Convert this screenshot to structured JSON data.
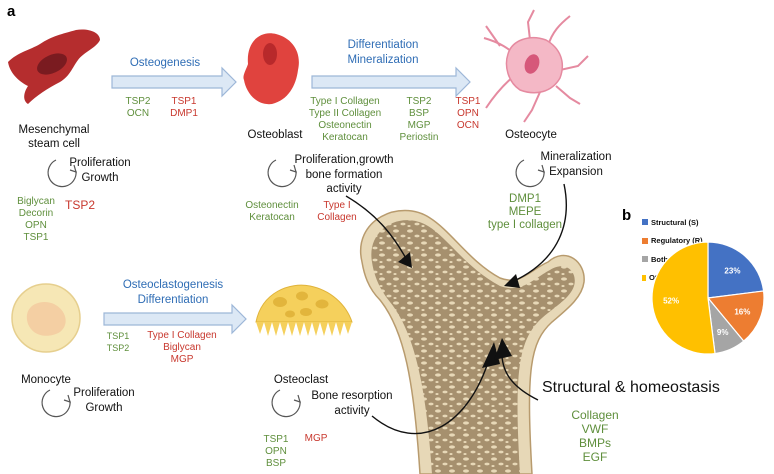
{
  "panel_a": "a",
  "panel_b": "b",
  "cells": {
    "msc_line1": "Mesenchymal",
    "msc_line2": "steam cell",
    "osteoblast": "Osteoblast",
    "osteocyte": "Osteocyte",
    "monocyte": "Monocyte",
    "osteoclast": "Osteoclast"
  },
  "transitions": {
    "osteogenesis": "Osteogenesis",
    "diff_min_1": "Differentiation",
    "diff_min_2": "Mineralization",
    "osteoclastogenesis_1": "Osteoclastogenesis",
    "osteoclastogenesis_2": "Differentiation"
  },
  "proteins": {
    "osteogenesis_green": [
      "TSP2",
      "OCN"
    ],
    "osteogenesis_red": [
      "TSP1",
      "DMP1"
    ],
    "diffmin_green_a": [
      "Type I Collagen",
      "Type II Collagen",
      "Osteonectin",
      "Keratocan"
    ],
    "diffmin_green_b": [
      "TSP2",
      "BSP",
      "MGP",
      "Periostin"
    ],
    "diffmin_red": [
      "TSP1",
      "OPN",
      "OCN"
    ],
    "msc_green": [
      "Biglycan",
      "Decorin",
      "OPN",
      "TSP1"
    ],
    "msc_red": [
      "TSP2"
    ],
    "osteoblast_green": [
      "Osteonectin",
      "Keratocan"
    ],
    "osteoblast_red": [
      "Type I",
      "Collagen"
    ],
    "osteocyte_green": [
      "DMP1",
      "MEPE",
      "type I collagen"
    ],
    "osteoclastogenesis_green": [
      "TSP1",
      "TSP2"
    ],
    "osteoclastogenesis_red": [
      "Type I Collagen",
      "Biglycan",
      "MGP"
    ],
    "osteoclast_green": [
      "TSP1",
      "OPN",
      "BSP"
    ],
    "osteoclast_red": [
      "MGP"
    ],
    "structural_green": [
      "Collagen",
      "VWF",
      "BMPs",
      "EGF"
    ]
  },
  "activities": {
    "msc": [
      "Proliferation",
      "Growth"
    ],
    "osteoblast": [
      "Proliferation,growth",
      "bone formation",
      "activity"
    ],
    "osteocyte": [
      "Mineralization",
      "Expansion"
    ],
    "monocyte": [
      "Proliferation",
      "Growth"
    ],
    "osteoclast": [
      "Bone resorption",
      "activity"
    ],
    "structural": "Structural & homeostasis"
  },
  "colors": {
    "green": "#5f8f3c",
    "red": "#c8382e",
    "blue": "#2f6db5",
    "arrow_fill": "#dce8f5",
    "arrow_stroke": "#9db7d8",
    "bone_fill": "#e7d8b7",
    "bone_inner": "#a6906e"
  },
  "chart_data": {
    "type": "pie",
    "legend_position": "top",
    "series": [
      {
        "name": "Structural (S)",
        "value": 23,
        "color": "#4472c4",
        "label": "23%"
      },
      {
        "name": "Regulatory (R)",
        "value": 16,
        "color": "#ed7d31",
        "label": "16%"
      },
      {
        "name": "Both (S&R)",
        "value": 9,
        "color": "#a5a5a5",
        "label": "9%"
      },
      {
        "name": "Other/unknown",
        "value": 52,
        "color": "#ffc000",
        "label": "52%"
      }
    ]
  }
}
